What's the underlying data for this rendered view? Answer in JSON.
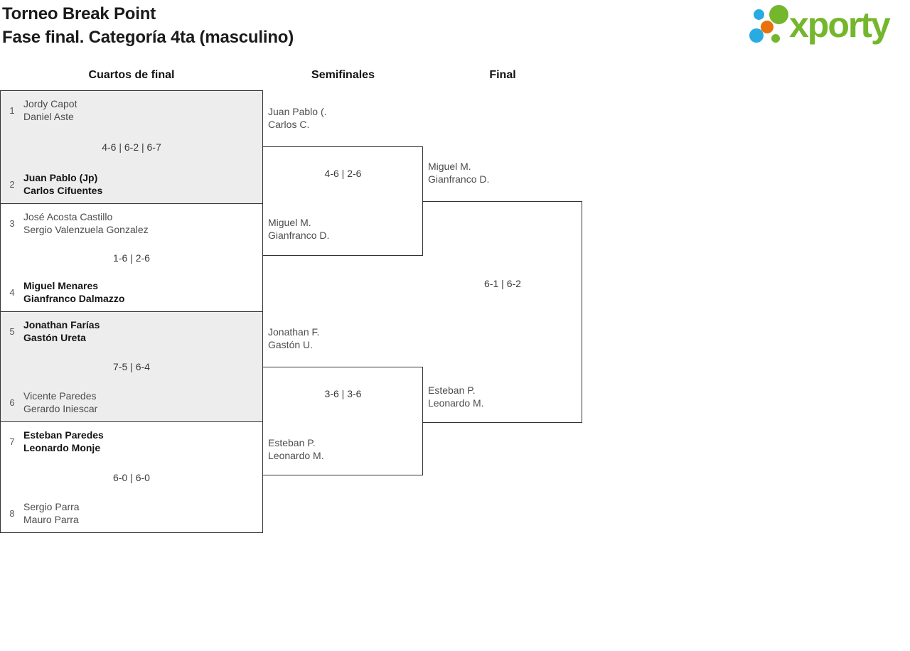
{
  "header": {
    "title_line1": "Torneo Break Point",
    "title_line2": "Fase final. Categoría 4ta (masculino)",
    "logo_text": "xporty"
  },
  "colors": {
    "logo_green": "#74b62c",
    "logo_blue": "#29abe2",
    "logo_orange": "#e8720c",
    "box_gray": "#ededed",
    "border": "#333333"
  },
  "columns": {
    "quarterfinals": "Cuartos de final",
    "semifinals": "Semifinales",
    "final": "Final"
  },
  "bracket": {
    "quarterfinals": [
      {
        "seed1": "1",
        "team1": [
          "Jordy Capot",
          "Daniel Aste"
        ],
        "score": "4-6 | 6-2 | 6-7",
        "seed2": "2",
        "team2": [
          "Juan Pablo (Jp)",
          "Carlos Cifuentes"
        ],
        "winner": "team2"
      },
      {
        "seed1": "3",
        "team1": [
          "José Acosta Castillo",
          "Sergio Valenzuela Gonzalez"
        ],
        "score": "1-6 | 2-6",
        "seed2": "4",
        "team2": [
          "Miguel Menares",
          "Gianfranco Dalmazzo"
        ],
        "winner": "team2"
      },
      {
        "seed1": "5",
        "team1": [
          "Jonathan Farías",
          "Gastón Ureta"
        ],
        "score": "7-5 | 6-4",
        "seed2": "6",
        "team2": [
          "Vicente Paredes",
          "Gerardo Iniescar"
        ],
        "winner": "team1"
      },
      {
        "seed1": "7",
        "team1": [
          "Esteban Paredes",
          "Leonardo Monje"
        ],
        "score": "6-0 | 6-0",
        "seed2": "8",
        "team2": [
          "Sergio Parra",
          "Mauro Parra"
        ],
        "winner": "team1"
      }
    ],
    "semifinals": [
      {
        "team1": [
          "Juan Pablo (.",
          "Carlos C."
        ],
        "score": "4-6 | 2-6",
        "team2": [
          "Miguel M.",
          "Gianfranco D."
        ],
        "winner": "team2"
      },
      {
        "team1": [
          "Jonathan F.",
          "Gastón U."
        ],
        "score": "3-6 | 3-6",
        "team2": [
          "Esteban P.",
          "Leonardo M."
        ],
        "winner": "team2"
      }
    ],
    "final": {
      "team1": [
        "Miguel M.",
        "Gianfranco D."
      ],
      "score": "6-1 | 6-2",
      "team2": [
        "Esteban P.",
        "Leonardo M."
      ],
      "winner": "team1"
    }
  }
}
